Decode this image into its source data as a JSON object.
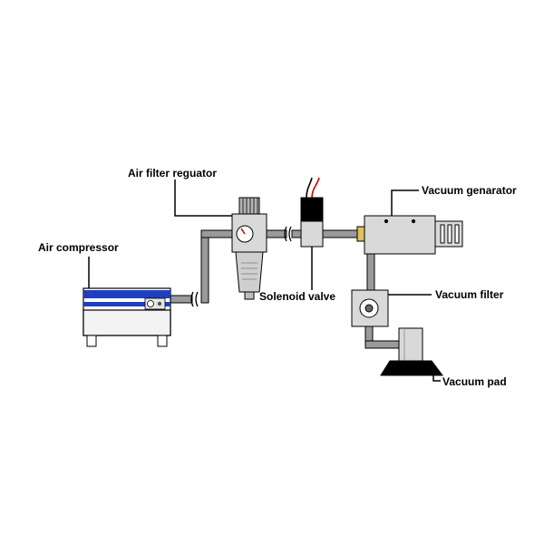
{
  "labels": {
    "air_compressor": "Air compressor",
    "air_filter_regulator": "Air filter reguator",
    "solenoid_valve": "Solenoid valve",
    "vacuum_generator": "Vacuum genarator",
    "vacuum_filter": "Vacuum filter",
    "vacuum_pad": "Vacuum pad"
  },
  "colors": {
    "pipe": "#9a9a9a",
    "body": "#d9d9d9",
    "compressor_stripe": "#1f3fbf",
    "outline": "#000000"
  },
  "icons": [
    "air-compressor-icon",
    "air-filter-regulator-icon",
    "solenoid-valve-icon",
    "vacuum-generator-icon",
    "vacuum-filter-icon",
    "vacuum-pad-icon"
  ]
}
